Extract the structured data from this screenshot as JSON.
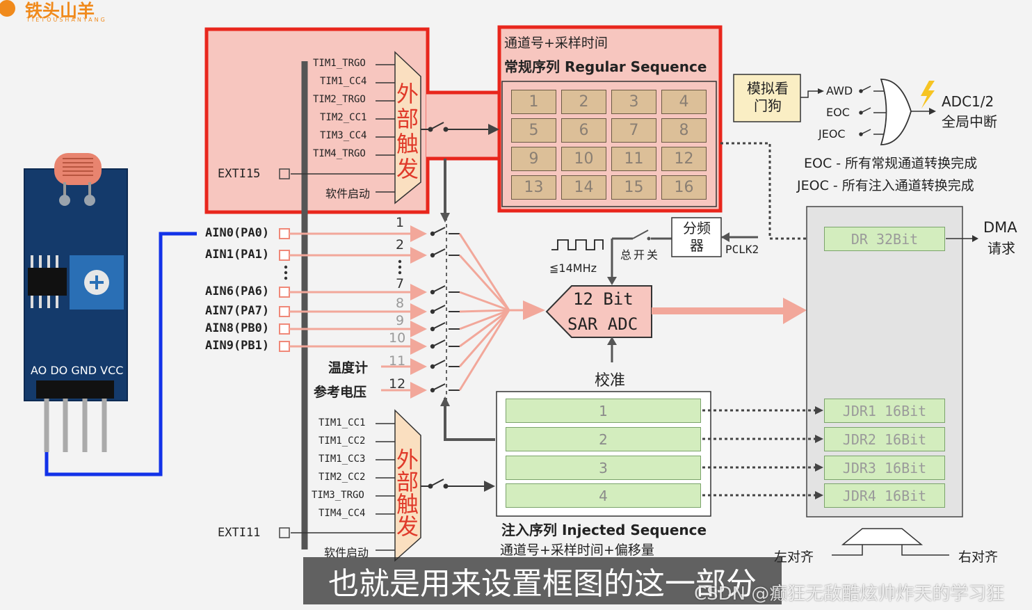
{
  "logo": {
    "text": "铁头山羊",
    "sub": "TIETOUSHANYANG"
  },
  "module": {
    "pins": "AO DO GND VCC"
  },
  "regular_box": {
    "title1": "通道号+采样时间",
    "title2": "常规序列 Regular Sequence",
    "cells": [
      "1",
      "2",
      "3",
      "4",
      "5",
      "6",
      "7",
      "8",
      "9",
      "10",
      "11",
      "12",
      "13",
      "14",
      "15",
      "16"
    ]
  },
  "regular_trigger": {
    "sources": [
      "TIM1_TRGO",
      "TIM1_CC4",
      "TIM2_TRGO",
      "TIM2_CC1",
      "TIM3_CC4",
      "TIM4_TRGO"
    ],
    "exti": "EXTI15",
    "software": "软件启动",
    "mux_label": "外部触发"
  },
  "injected_trigger": {
    "sources": [
      "TIM1_CC1",
      "TIM1_CC2",
      "TIM1_CC3",
      "TIM2_CC2",
      "TIM3_TRGO",
      "TIM4_CC4"
    ],
    "exti": "EXTI11",
    "software": "软件启动",
    "mux_label": "外部触发"
  },
  "inputs": [
    "AIN0(PA0)",
    "AIN1(PA1)",
    "AIN6(PA6)",
    "AIN7(PA7)",
    "AIN8(PB0)",
    "AIN9(PB1)"
  ],
  "internal_inputs": [
    "温度计",
    "参考电压"
  ],
  "channel_numbers": [
    "1",
    "2",
    "7",
    "8",
    "9",
    "10",
    "11",
    "12"
  ],
  "adc": {
    "line1": "12 Bit",
    "line2": "SAR ADC"
  },
  "calibrate": "校准",
  "clock": {
    "freq": "≦14MHz",
    "switch": "总开关",
    "prescaler": "分频器",
    "source": "PCLK2"
  },
  "watchdog": {
    "label": "模拟看门狗",
    "signals": [
      "AWD",
      "EOC",
      "JEOC"
    ],
    "output": [
      "ADC1/2",
      "全局中断"
    ]
  },
  "notes": [
    "EOC - 所有常规通道转换完成",
    "JEOC - 所有注入通道转换完成"
  ],
  "registers": {
    "dr": "DR 32Bit",
    "jdr": [
      "JDR1 16Bit",
      "JDR2 16Bit",
      "JDR3 16Bit",
      "JDR4 16Bit"
    ],
    "dma": [
      "DMA",
      "请求"
    ]
  },
  "injected_box": {
    "rows": [
      "1",
      "2",
      "3",
      "4"
    ],
    "title1": "注入序列 Injected Sequence",
    "title2": "通道号+采样时间+偏移量"
  },
  "align": {
    "left": "左对齐",
    "right": "右对齐"
  },
  "subtitle": "也就是用来设置框图的这一部分",
  "watermark": "CSDN @癫狂无敌酷炫帅炸天的学习狂"
}
